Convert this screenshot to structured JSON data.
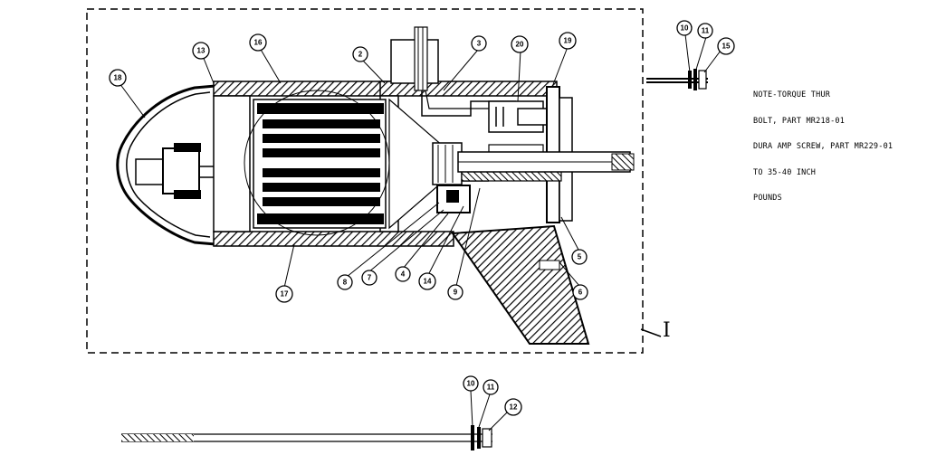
{
  "diagram": {
    "callouts": [
      {
        "id": "c18",
        "label": "18"
      },
      {
        "id": "c13",
        "label": "13"
      },
      {
        "id": "c16",
        "label": "16"
      },
      {
        "id": "c2",
        "label": "2"
      },
      {
        "id": "c3",
        "label": "3"
      },
      {
        "id": "c20",
        "label": "20"
      },
      {
        "id": "c19",
        "label": "19"
      },
      {
        "id": "c17",
        "label": "17"
      },
      {
        "id": "c8",
        "label": "8"
      },
      {
        "id": "c7",
        "label": "7"
      },
      {
        "id": "c4",
        "label": "4"
      },
      {
        "id": "c14",
        "label": "14"
      },
      {
        "id": "c9",
        "label": "9"
      },
      {
        "id": "c5",
        "label": "5"
      },
      {
        "id": "c6",
        "label": "6"
      },
      {
        "id": "c10a",
        "label": "10"
      },
      {
        "id": "c11a",
        "label": "11"
      },
      {
        "id": "c15",
        "label": "15"
      },
      {
        "id": "c10b",
        "label": "10"
      },
      {
        "id": "c11b",
        "label": "11"
      },
      {
        "id": "c12",
        "label": "12"
      }
    ],
    "note_lines": [
      "NOTE-TORQUE THUR",
      "BOLT, PART MR218-01",
      "DURA AMP SCREW, PART MR229-01",
      "TO 35-40 INCH",
      "POUNDS"
    ],
    "section_marker": "I"
  }
}
